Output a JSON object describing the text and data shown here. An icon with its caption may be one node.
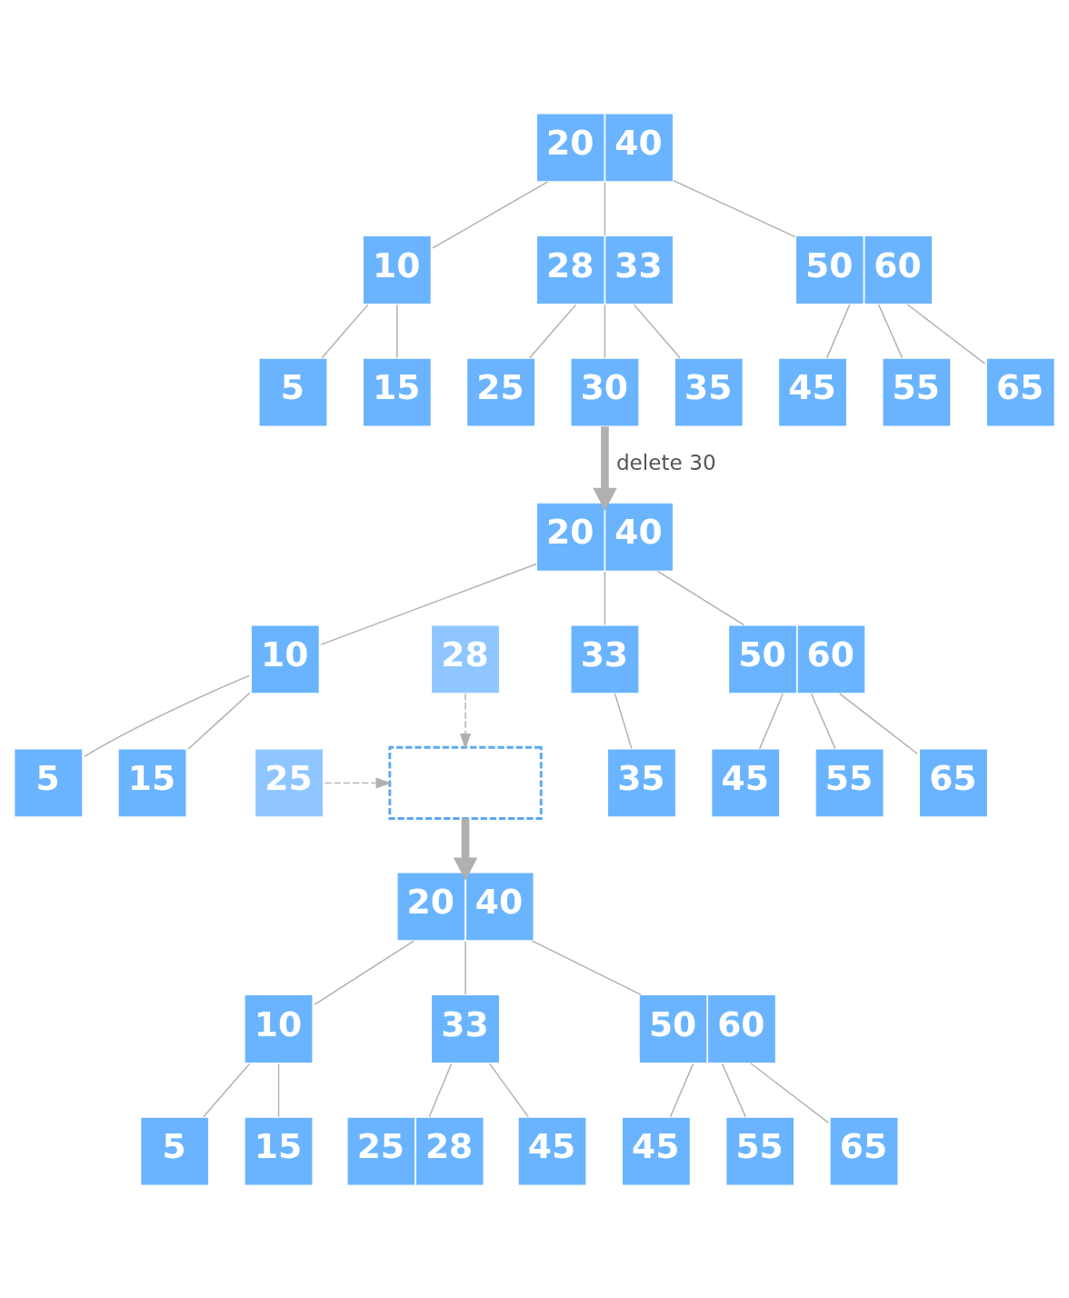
{
  "diagram": {
    "nodes": [
      {
        "text": [
          "20",
          "40"
        ]
      },
      {
        "text": [
          "10"
        ]
      },
      {
        "text": [
          "28",
          "33"
        ]
      },
      {
        "text": [
          "50",
          "60"
        ]
      },
      {
        "text": [
          "5"
        ]
      },
      {
        "text": [
          "15"
        ]
      },
      {
        "text": [
          "25"
        ]
      },
      {
        "text": [
          "30"
        ]
      },
      {
        "text": [
          "35"
        ]
      },
      {
        "text": [
          "45"
        ]
      },
      {
        "text": [
          "55"
        ]
      },
      {
        "text": [
          "65"
        ]
      },
      {
        "text": [
          "20",
          "40"
        ]
      },
      {
        "text": [
          "10"
        ]
      },
      {
        "text": [
          "33"
        ]
      },
      {
        "text": [
          "50",
          "60"
        ]
      },
      {
        "text": [
          "28"
        ]
      },
      {
        "text": [
          "5"
        ]
      },
      {
        "text": [
          "15"
        ]
      },
      {
        "text": [
          "25"
        ]
      },
      {
        "text": [],
        "shape": "box"
      },
      {
        "text": [
          "35"
        ]
      },
      {
        "text": [
          "45"
        ]
      },
      {
        "text": [
          "55"
        ]
      },
      {
        "text": [
          "65"
        ]
      },
      {
        "text": [
          "20",
          "40"
        ]
      },
      {
        "text": [
          "10"
        ]
      },
      {
        "text": [
          "33"
        ]
      },
      {
        "text": [
          "50",
          "60"
        ]
      },
      {
        "text": [
          "5"
        ]
      },
      {
        "text": [
          "15"
        ]
      },
      {
        "text": [
          "25",
          "28"
        ]
      },
      {
        "text": [
          "45"
        ]
      },
      {
        "text": [
          "45"
        ]
      },
      {
        "text": [
          "55"
        ]
      },
      {
        "text": [
          "65"
        ]
      }
    ],
    "edges": [
      {
        "from": 0,
        "to": 1,
        "arrow": "none"
      },
      {
        "from": 0,
        "to": 2,
        "arrow": "none"
      },
      {
        "from": 0,
        "to": 3,
        "arrow": "none"
      },
      {
        "from": 1,
        "to": 4,
        "arrow": "none"
      },
      {
        "from": 1,
        "to": 5,
        "arrow": "none"
      },
      {
        "from": 2,
        "to": 6,
        "arrow": "none"
      },
      {
        "from": 2,
        "to": 7,
        "arrow": "none"
      },
      {
        "from": 2,
        "to": 8,
        "arrow": "none"
      },
      {
        "from": 3,
        "to": 9,
        "arrow": "none"
      },
      {
        "from": 3,
        "to": 10,
        "arrow": "none"
      },
      {
        "from": 3,
        "to": 11,
        "arrow": "none"
      },
      {
        "from": 7,
        "to": 12,
        "arrow": "to",
        "label": "delete 30",
        "style": "thick"
      },
      {
        "from": 12,
        "to": 13,
        "arrow": "none"
      },
      {
        "from": 12,
        "to": 14,
        "arrow": "none"
      },
      {
        "from": 12,
        "to": 15,
        "arrow": "none"
      },
      {
        "from": 13,
        "to": 17,
        "arrow": "none"
      },
      {
        "from": 13,
        "to": 18,
        "arrow": "none"
      },
      {
        "from": 14,
        "to": 21,
        "arrow": "none"
      },
      {
        "from": 15,
        "to": 22,
        "arrow": "none"
      },
      {
        "from": 15,
        "to": 23,
        "arrow": "none"
      },
      {
        "from": 15,
        "to": 24,
        "arrow": "none"
      },
      {
        "from": 19,
        "to": 20,
        "arrow": "to",
        "style": "dashed"
      },
      {
        "from": 16,
        "to": 20,
        "arrow": "to",
        "style": "dashed"
      },
      {
        "from": 20,
        "to": 25,
        "arrow": "to",
        "style": "thick"
      },
      {
        "from": 25,
        "to": 26,
        "arrow": "none"
      },
      {
        "from": 25,
        "to": 27,
        "arrow": "none"
      },
      {
        "from": 25,
        "to": 28,
        "arrow": "none"
      },
      {
        "from": 26,
        "to": 29,
        "arrow": "none"
      },
      {
        "from": 26,
        "to": 30,
        "arrow": "none"
      },
      {
        "from": 27,
        "to": 31,
        "arrow": "none"
      },
      {
        "from": 27,
        "to": 32,
        "arrow": "none"
      },
      {
        "from": 28,
        "to": 33,
        "arrow": "none"
      },
      {
        "from": 28,
        "to": 34,
        "arrow": "none"
      },
      {
        "from": 28,
        "to": 35,
        "arrow": "none"
      }
    ]
  }
}
